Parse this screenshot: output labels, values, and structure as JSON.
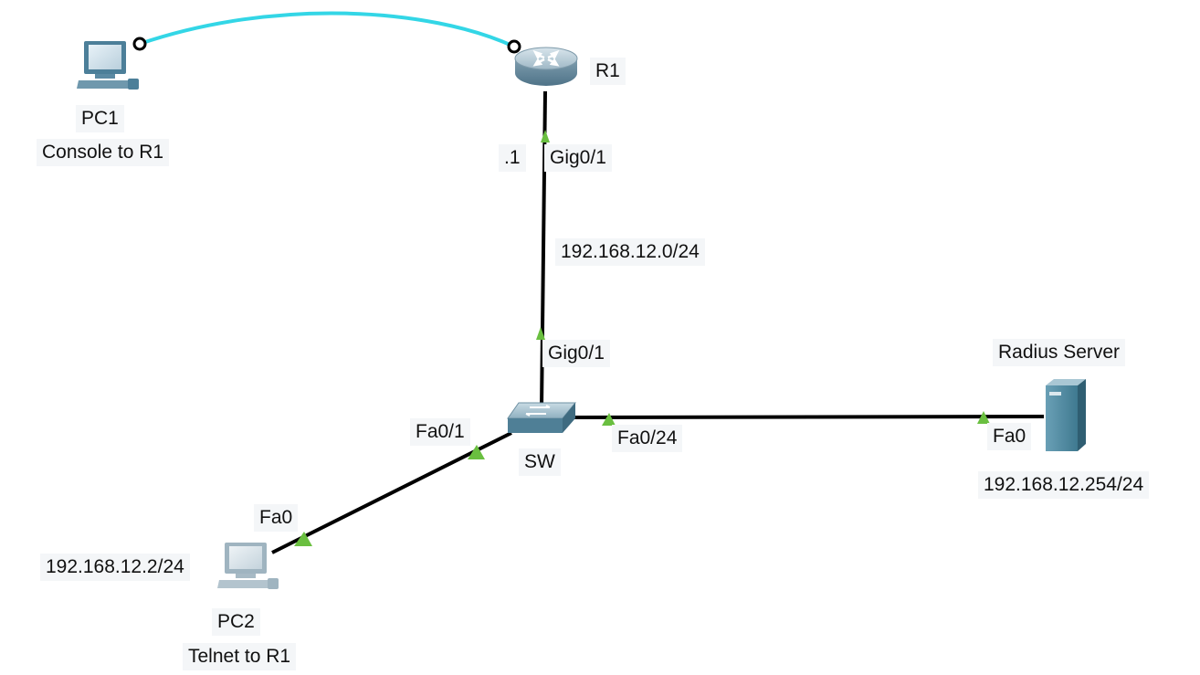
{
  "devices": {
    "pc1": {
      "name": "PC1",
      "note": "Console to R1",
      "icon": "pc-icon"
    },
    "r1": {
      "name": "R1",
      "icon": "router-icon"
    },
    "sw": {
      "name": "SW",
      "icon": "switch-icon"
    },
    "pc2": {
      "name": "PC2",
      "note": "Telnet to R1",
      "icon": "pc-icon"
    },
    "radius": {
      "name": "Radius Server",
      "icon": "server-icon"
    }
  },
  "links": {
    "console": {
      "type": "console",
      "color": "#33d6e6"
    },
    "r1_sw": {
      "r1_port": "Gig0/1",
      "r1_ip": ".1",
      "network": "192.168.12.0/24",
      "sw_port": "Gig0/1",
      "status_color": "#6abf40"
    },
    "sw_pc2": {
      "sw_port": "Fa0/1",
      "pc_port": "Fa0",
      "pc_ip": "192.168.12.2/24",
      "status_color": "#6abf40"
    },
    "sw_radius": {
      "sw_port": "Fa0/24",
      "server_port": "Fa0",
      "server_ip": "192.168.12.254/24",
      "status_color": "#6abf40"
    }
  }
}
